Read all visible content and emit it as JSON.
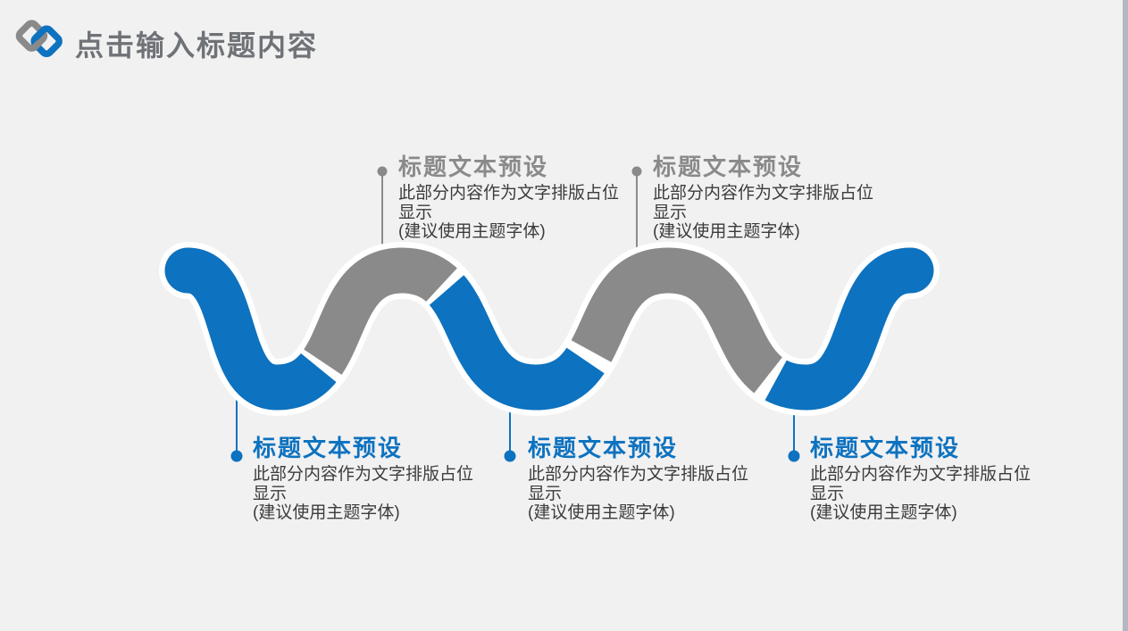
{
  "slide": {
    "header": {
      "title": "点击输入标题内容",
      "logo_icon": "overlapping-diamonds-icon"
    },
    "callouts": {
      "top": [
        {
          "title": "标题文本预设",
          "body": "此部分内容作为文字排版占位显示",
          "note": "(建议使用主题字体)"
        },
        {
          "title": "标题文本预设",
          "body": "此部分内容作为文字排版占位显示",
          "note": "(建议使用主题字体)"
        }
      ],
      "bottom": [
        {
          "title": "标题文本预设",
          "body": "此部分内容作为文字排版占位显示",
          "note": "(建议使用主题字体)"
        },
        {
          "title": "标题文本预设",
          "body": "此部分内容作为文字排版占位显示",
          "note": "(建议使用主题字体)"
        },
        {
          "title": "标题文本预设",
          "body": "此部分内容作为文字排版占位显示",
          "note": "(建议使用主题字体)"
        }
      ]
    },
    "colors": {
      "background": "#f1f1f2",
      "edge_strip": "#b4b8c0",
      "ribbon_blue": "#0d72bf",
      "ribbon_gray": "#8a8a8a",
      "casing_white": "#ffffff",
      "top_title": "#8a8a8a",
      "bottom_title": "#0d72bf",
      "body_text": "#3c3c3c",
      "header_text": "#6f7276",
      "connector_gray": "#8a8a8a",
      "connector_blue": "#0d72bf"
    }
  }
}
